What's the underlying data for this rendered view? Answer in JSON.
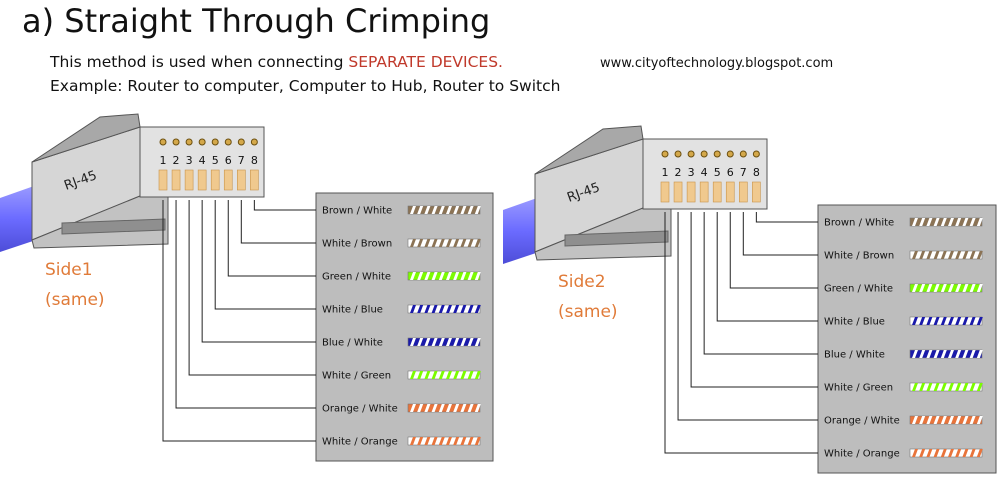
{
  "title": "a) Straight Through Crimping",
  "description": {
    "line1_prefix": "This method is used when connecting ",
    "line1_highlight": "SEPARATE DEVICES.",
    "line2": "Example: Router to computer, Computer to Hub, Router  to Switch"
  },
  "website": "www.cityoftechnology.blogspot.com",
  "colors": {
    "highlight": "#c0392b",
    "side_label": "#e07b39",
    "cable": "#6b6bff",
    "panel_bg": "#bdbdbd"
  },
  "connector_label": "RJ-45",
  "pins": [
    "1",
    "2",
    "3",
    "4",
    "5",
    "6",
    "7",
    "8"
  ],
  "sides": [
    {
      "label": "Side1",
      "sublabel": "(same)",
      "wires": [
        {
          "label": "Brown / White",
          "pin": 8,
          "color": "#8b7355",
          "stripe": "#ffffff"
        },
        {
          "label": "White / Brown",
          "pin": 7,
          "color": "#ffffff",
          "stripe": "#8b7355"
        },
        {
          "label": "Green / White",
          "pin": 6,
          "color": "#7cfc00",
          "stripe": "#ffffff"
        },
        {
          "label": "White / Blue",
          "pin": 5,
          "color": "#ffffff",
          "stripe": "#1a1aaa"
        },
        {
          "label": "Blue / White",
          "pin": 4,
          "color": "#1a1aaa",
          "stripe": "#ffffff"
        },
        {
          "label": "White / Green",
          "pin": 3,
          "color": "#ffffff",
          "stripe": "#7cfc00"
        },
        {
          "label": "Orange / White",
          "pin": 2,
          "color": "#e8743b",
          "stripe": "#ffffff"
        },
        {
          "label": "White / Orange",
          "pin": 1,
          "color": "#ffffff",
          "stripe": "#e8743b"
        }
      ]
    },
    {
      "label": "Side2",
      "sublabel": "(same)",
      "wires": [
        {
          "label": "Brown / White",
          "pin": 8,
          "color": "#8b7355",
          "stripe": "#ffffff"
        },
        {
          "label": "White / Brown",
          "pin": 7,
          "color": "#ffffff",
          "stripe": "#8b7355"
        },
        {
          "label": "Green / White",
          "pin": 6,
          "color": "#7cfc00",
          "stripe": "#ffffff"
        },
        {
          "label": "White / Blue",
          "pin": 5,
          "color": "#ffffff",
          "stripe": "#1a1aaa"
        },
        {
          "label": "Blue / White",
          "pin": 4,
          "color": "#1a1aaa",
          "stripe": "#ffffff"
        },
        {
          "label": "White / Green",
          "pin": 3,
          "color": "#ffffff",
          "stripe": "#7cfc00"
        },
        {
          "label": "Orange / White",
          "pin": 2,
          "color": "#e8743b",
          "stripe": "#ffffff"
        },
        {
          "label": "White / Orange",
          "pin": 1,
          "color": "#ffffff",
          "stripe": "#e8743b"
        }
      ]
    }
  ]
}
